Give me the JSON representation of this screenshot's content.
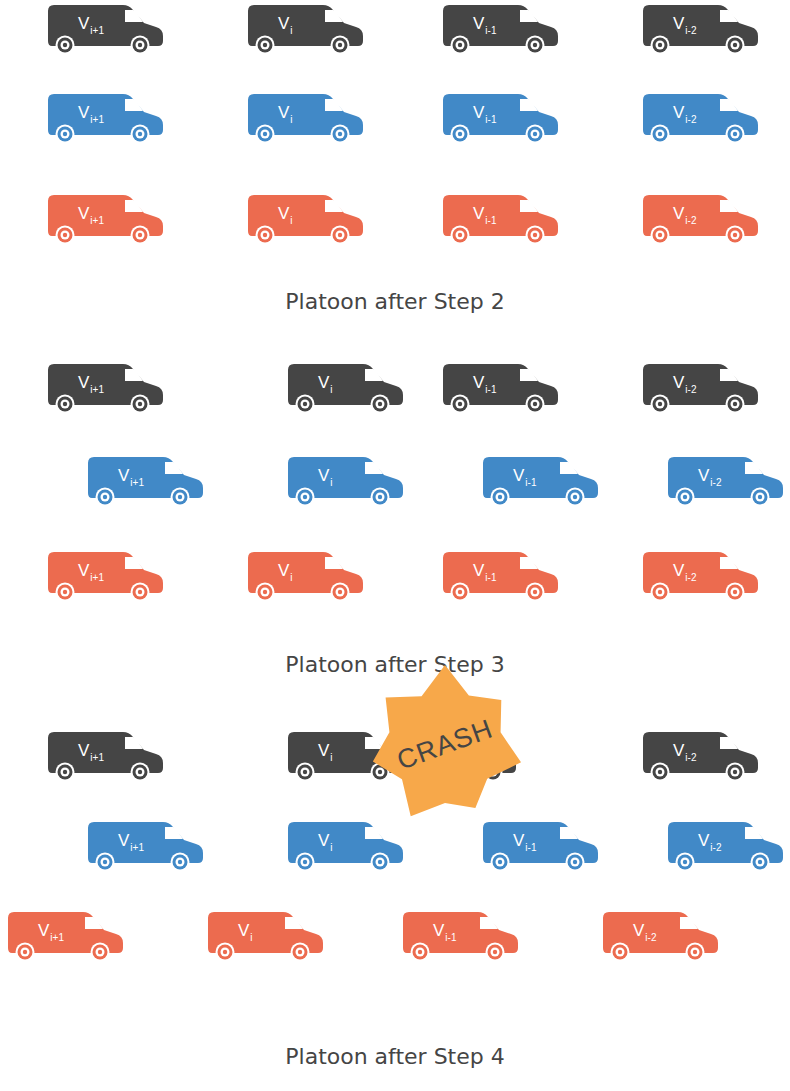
{
  "diagram": {
    "nodes": [
      {
        "text": [
          "V",
          "i+1"
        ]
      },
      {
        "text": [
          "V",
          "i"
        ]
      },
      {
        "text": [
          "V",
          "i-1"
        ]
      },
      {
        "text": [
          "V",
          "i-2"
        ]
      },
      {
        "text": [
          "V",
          "i+1"
        ]
      },
      {
        "text": [
          "V",
          "i"
        ]
      },
      {
        "text": [
          "V",
          "i-1"
        ]
      },
      {
        "text": [
          "V",
          "i-2"
        ]
      },
      {
        "text": [
          "V",
          "i+1"
        ]
      },
      {
        "text": [
          "V",
          "i"
        ]
      },
      {
        "text": [
          "V",
          "i-1"
        ]
      },
      {
        "text": [
          "V",
          "i-2"
        ]
      },
      {
        "text": [
          "V",
          "i+1"
        ]
      },
      {
        "text": [
          "V",
          "i"
        ]
      },
      {
        "text": [
          "V",
          "i-1"
        ]
      },
      {
        "text": [
          "V",
          "i-2"
        ]
      },
      {
        "text": [
          "V",
          "i+1"
        ]
      },
      {
        "text": [
          "V",
          "i"
        ]
      },
      {
        "text": [
          "V",
          "i-1"
        ]
      },
      {
        "text": [
          "V",
          "i-2"
        ]
      },
      {
        "text": [
          "V",
          "i+1"
        ]
      },
      {
        "text": [
          "V",
          "i"
        ]
      },
      {
        "text": [
          "V",
          "i-1"
        ]
      },
      {
        "text": [
          "V",
          "i-2"
        ]
      },
      {
        "text": [
          "V",
          "i+1"
        ]
      },
      {
        "text": [
          "V",
          "i"
        ]
      },
      {
        "text": [
          "CRASH"
        ]
      },
      {
        "text": [
          "V",
          "i-2"
        ]
      },
      {
        "text": [
          "V",
          "i+1"
        ]
      },
      {
        "text": [
          "V",
          "i"
        ]
      },
      {
        "text": [
          "V",
          "i-1"
        ]
      },
      {
        "text": [
          "V",
          "i-2"
        ]
      },
      {
        "text": [
          "V",
          "i+1"
        ]
      },
      {
        "text": [
          "V",
          "i"
        ]
      },
      {
        "text": [
          "V",
          "i-1"
        ]
      },
      {
        "text": [
          "V",
          "i-2"
        ]
      }
    ],
    "labels": [
      "Platoon after Step 2",
      "Platoon after Step 3",
      "Platoon after Step 4"
    ]
  }
}
